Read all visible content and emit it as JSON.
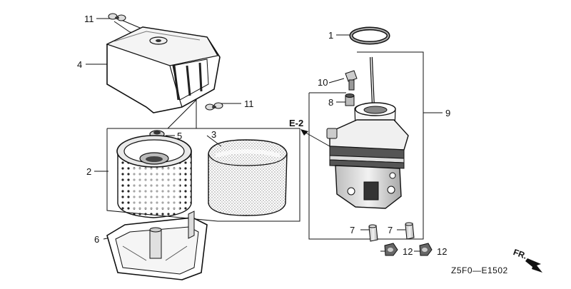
{
  "labels": {
    "p1": "1",
    "p2": "2",
    "p3": "3",
    "p4": "4",
    "p5": "5",
    "p6": "6",
    "p7a": "7",
    "p7b": "7",
    "p8": "8",
    "p9": "9",
    "p10": "10",
    "p11a": "11",
    "p11b": "11",
    "p12a": "12",
    "p12b": "12",
    "ref": "E-2",
    "fr": "FR."
  },
  "diagram_code": "Z5F0—E1502"
}
